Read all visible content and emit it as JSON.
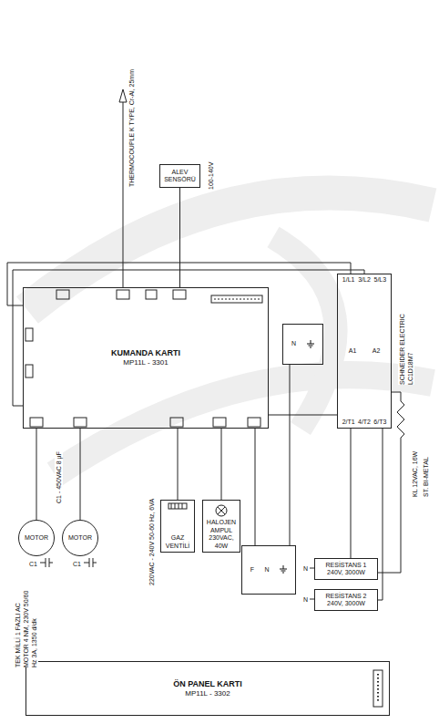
{
  "diagram": {
    "nodes": [
      {
        "text": [
          "ÖN PANEL KARTI",
          "MP11L - 3302"
        ]
      },
      {
        "text": [
          "KUMANDA KARTI",
          "MP11L - 3301"
        ]
      },
      {
        "text": [
          "ALEV SENSÖRÜ"
        ]
      },
      {
        "text": [
          "MOTOR"
        ]
      },
      {
        "text": [
          "MOTOR"
        ]
      },
      {
        "text": [
          "GAZ VENTİLİ"
        ]
      },
      {
        "text": [
          "HALOJEN AMPUL",
          "230VAC, 40W"
        ]
      },
      {
        "text": [
          "F",
          "N"
        ]
      },
      {
        "text": [
          "N"
        ]
      },
      {
        "text": [
          "1/L1",
          "3/L2",
          "5/L3",
          "A1",
          "A2",
          "2/T1",
          "4/T2",
          "6/T3"
        ]
      },
      {
        "text": [
          "RESİSTANS 1",
          "240V, 3000W"
        ]
      },
      {
        "text": [
          "RESİSTANS 2",
          "240V, 3000W"
        ]
      }
    ],
    "edges": [
      {
        "from": 3,
        "to": 1,
        "arrow": "none"
      },
      {
        "from": 4,
        "to": 1,
        "arrow": "none"
      },
      {
        "from": 5,
        "to": 1,
        "arrow": "none"
      },
      {
        "from": 6,
        "to": 1,
        "arrow": "none"
      },
      {
        "from": 2,
        "to": 1,
        "arrow": "none"
      },
      {
        "from": 7,
        "to": 1,
        "arrow": "none"
      },
      {
        "from": 7,
        "to": 8,
        "arrow": "none"
      },
      {
        "from": 1,
        "to": 9,
        "arrow": "none"
      },
      {
        "from": 9,
        "to": 10,
        "arrow": "none"
      },
      {
        "from": 9,
        "to": 11,
        "arrow": "none"
      }
    ],
    "labels": [
      "THERMOCOUPLE K TYPE, Cr-Al, 25mm",
      "100-140V",
      "C1 - 450VAC 8 µF",
      "C1",
      "C1",
      "TEK MİLLİ 1 FAZLI AC MOTOR 4 NM, 230V 50/60 Hz 3A, 1350 d/dk",
      "220VAC - 240V 50-60 Hz, 6VA",
      "SCHNEIDER ELECTRIC LC1D18M7",
      "KL 12VAC, 16W",
      "ST. BI-METAL",
      "N",
      "N"
    ]
  }
}
